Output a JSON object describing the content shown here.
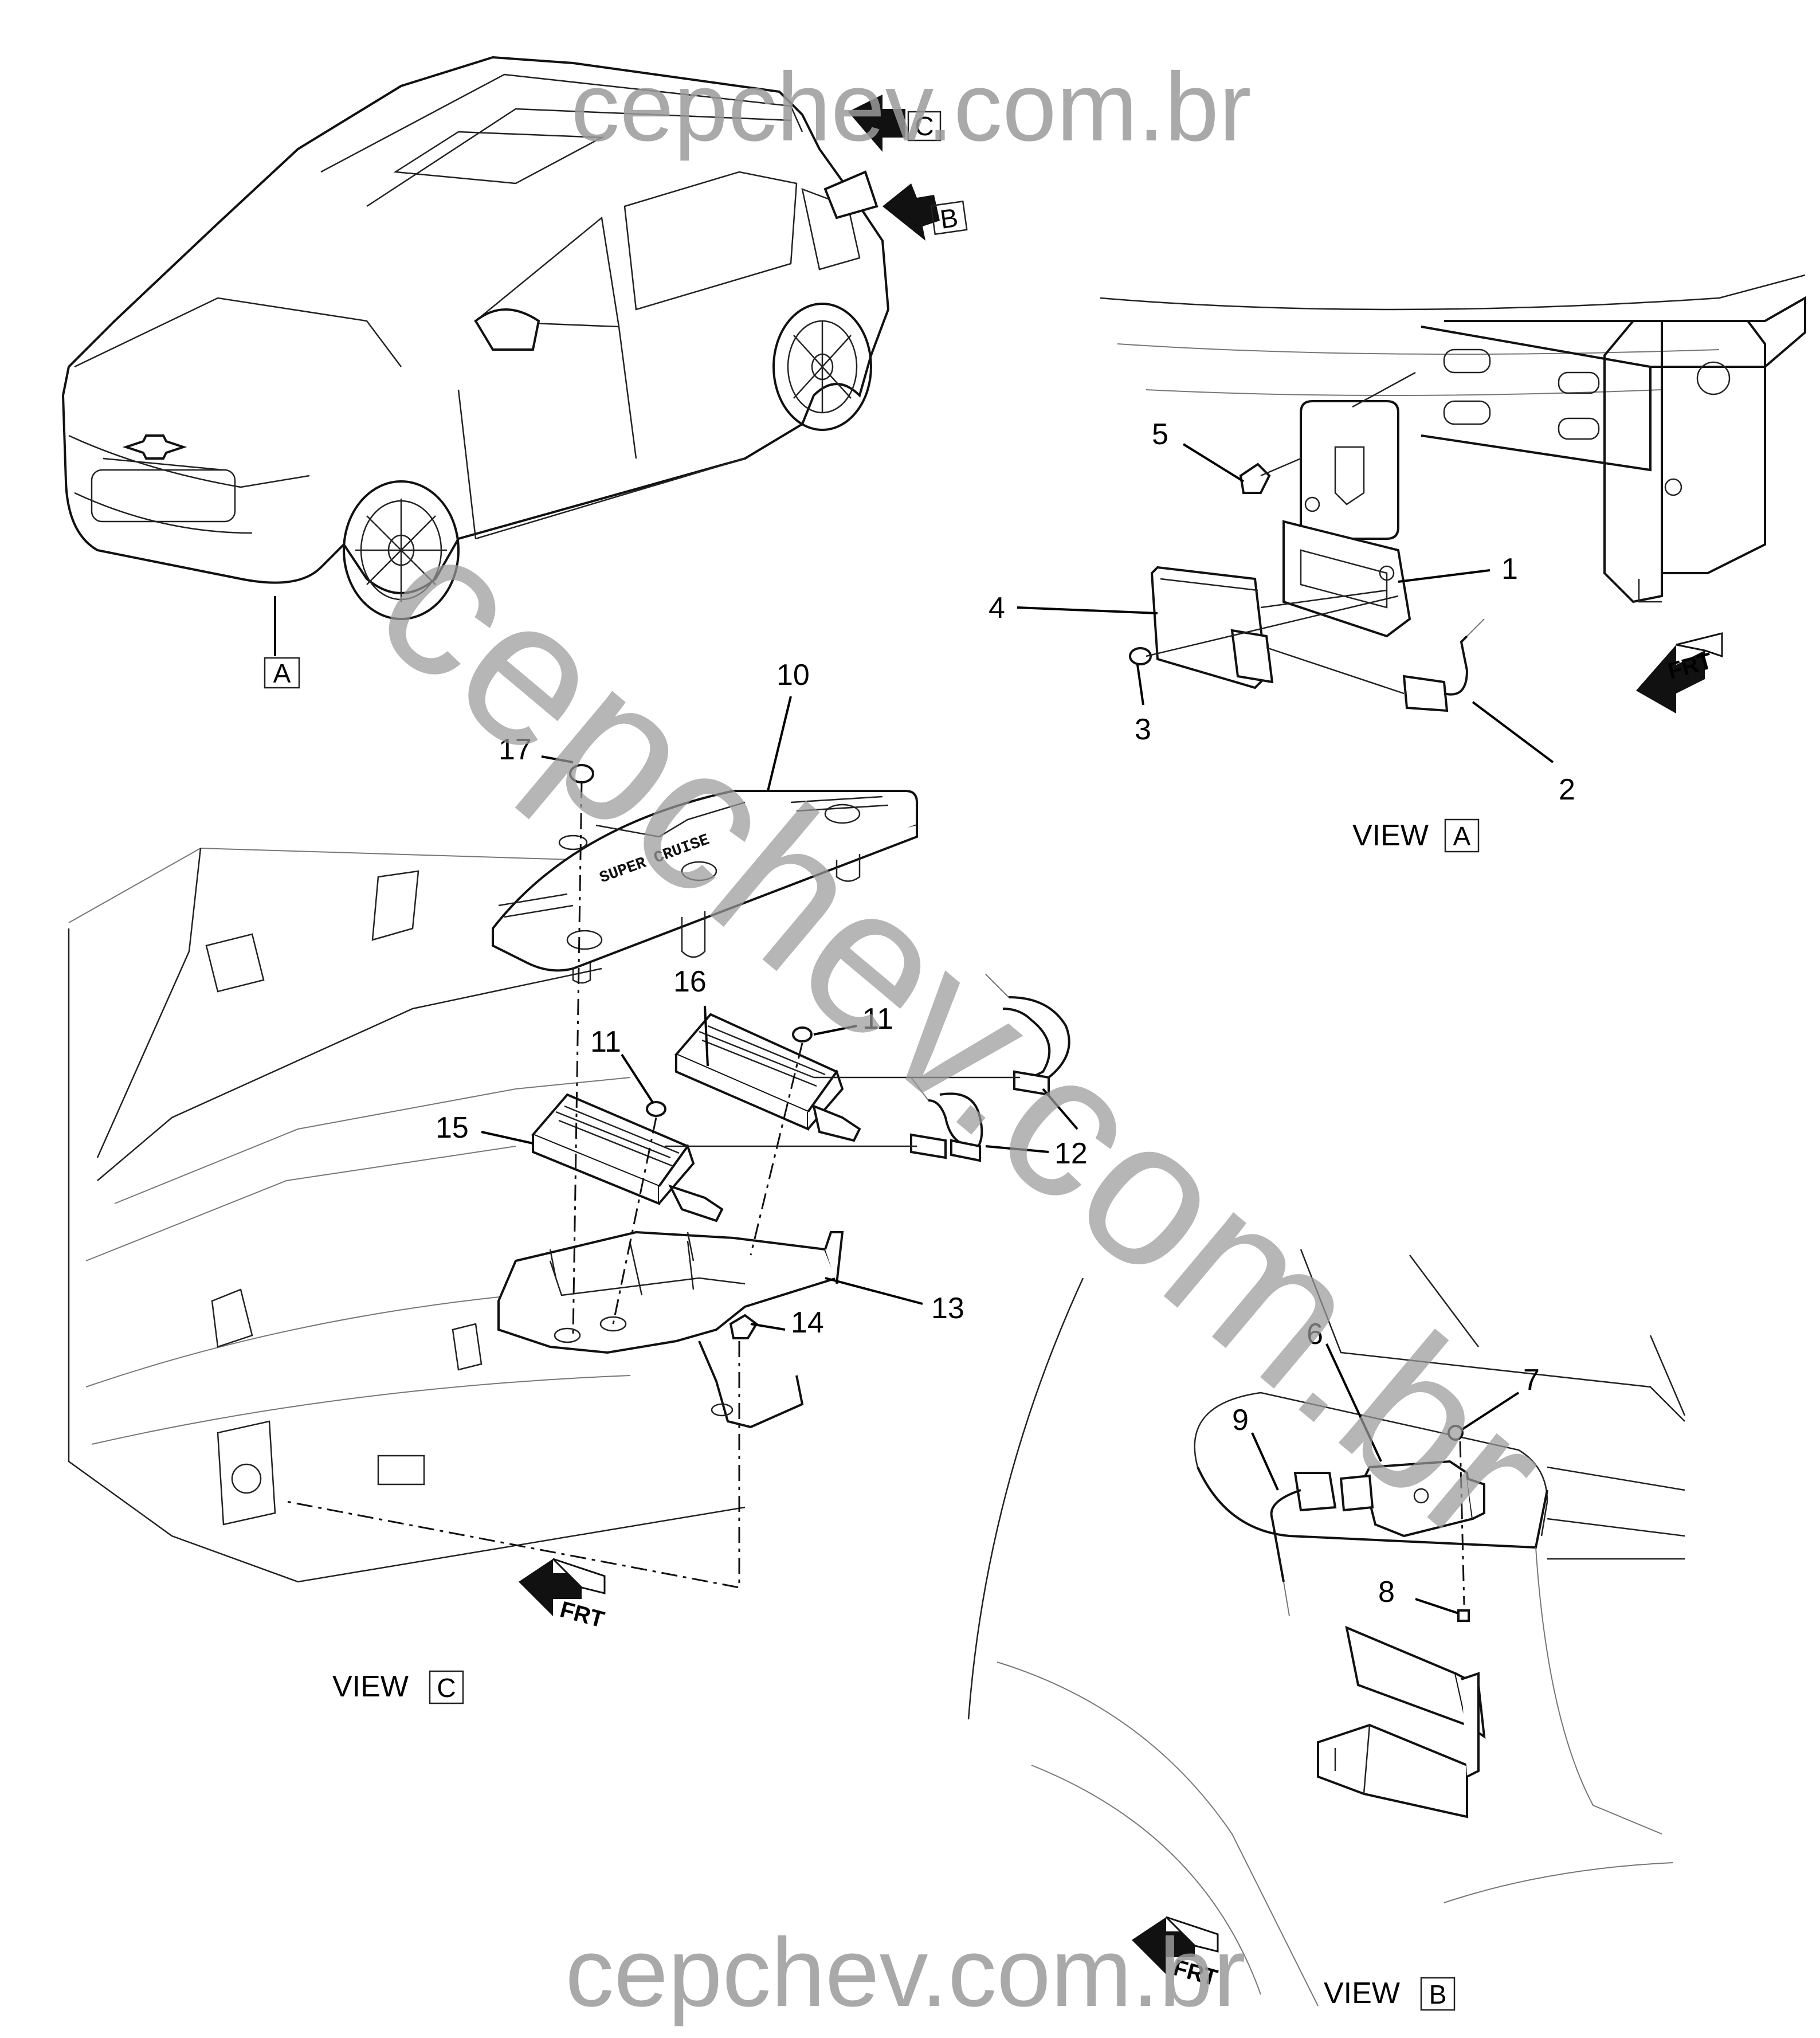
{
  "watermark": {
    "top": "cepchev.com.br",
    "bottom": "cepchev.com.br",
    "diagonal": "cepchev.com.br",
    "color": "#9a9a9a"
  },
  "view_markers": {
    "a": "A",
    "b": "B",
    "c": "C"
  },
  "views": {
    "a": {
      "label": "VIEW",
      "letter": "A"
    },
    "b": {
      "label": "VIEW",
      "letter": "B"
    },
    "c": {
      "label": "VIEW",
      "letter": "C"
    }
  },
  "callouts": {
    "c1": "1",
    "c2": "2",
    "c3": "3",
    "c4": "4",
    "c5": "5",
    "c6": "6",
    "c7": "7",
    "c8": "8",
    "c9": "9",
    "c10": "10",
    "c11a": "11",
    "c11b": "11",
    "c12": "12",
    "c13": "13",
    "c14": "14",
    "c15": "15",
    "c16": "16",
    "c17": "17"
  },
  "front_arrows": {
    "label": "FRT",
    "icon": "front-direction-arrow-icon"
  },
  "cover_text": "SUPER CRUISE"
}
